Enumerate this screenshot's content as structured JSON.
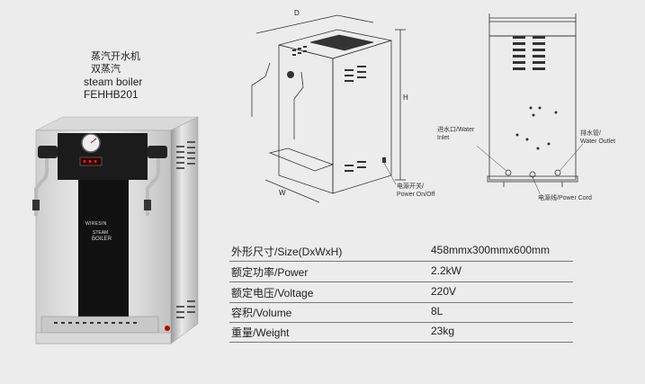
{
  "product": {
    "lines": [
      "蒸汽开水机",
      "双蒸汽",
      "steam boiler",
      "FEHHB201"
    ],
    "panel_brand": "WIRESIN",
    "panel_line1": "STEAM",
    "panel_line2": "BOILER"
  },
  "diagram_labels": {
    "depth": "D",
    "height": "H",
    "width": "W",
    "power_switch_cn": "电源开关/",
    "power_switch_en": "Power On/Off",
    "water_inlet_cn": "进水口/Water",
    "water_inlet_en": "Inlet",
    "water_outlet_cn": "排水管/",
    "water_outlet_en": "Water Outlet",
    "power_cord": "电源线/Power Cord"
  },
  "specs": [
    {
      "label": "外形尺寸/Size(DxWxH)",
      "value": "458mmx300mmx600mm"
    },
    {
      "label": "额定功率/Power",
      "value": "2.2kW"
    },
    {
      "label": "额定电压/Voltage",
      "value": "220V"
    },
    {
      "label": "容积/Volume",
      "value": "8L"
    },
    {
      "label": "重量/Weight",
      "value": "23kg"
    }
  ]
}
